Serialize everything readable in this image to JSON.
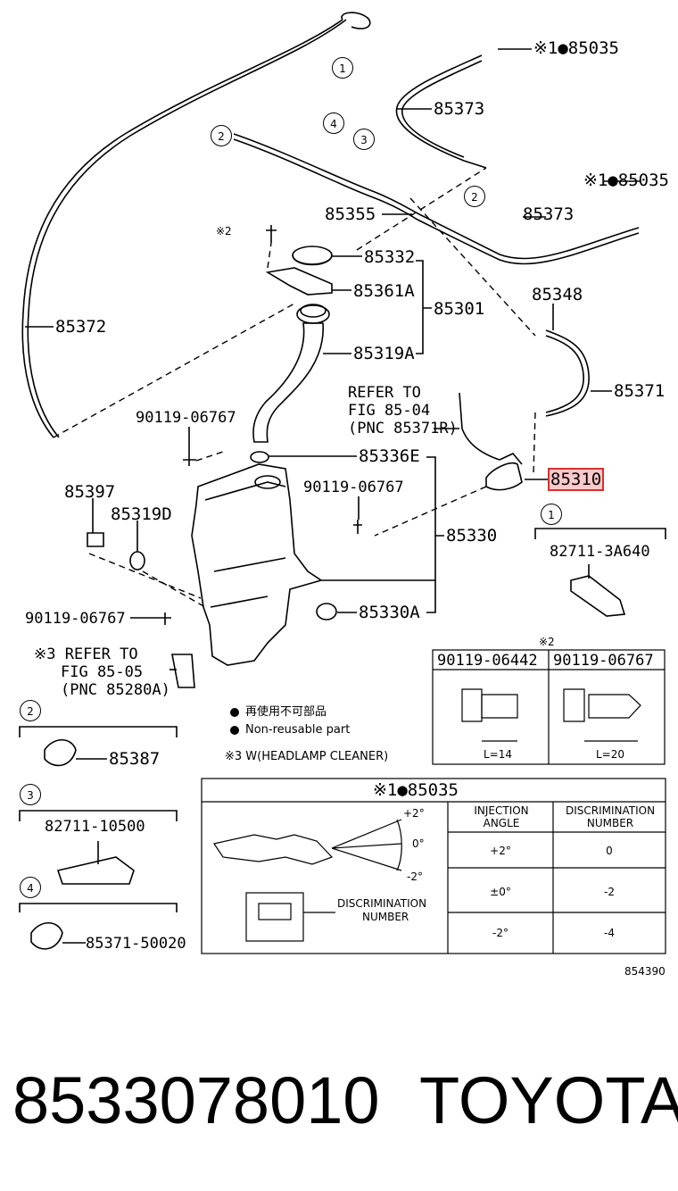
{
  "labels": {
    "p85035_top": "※1●85035",
    "p85373_top": "85373",
    "p85035_mid": "※1●85035",
    "p85373_mid": "85373",
    "p85355": "85355",
    "mark2": "※2",
    "p85332": "85332",
    "p85361A": "85361A",
    "p85301": "85301",
    "p85348": "85348",
    "p85372": "85372",
    "p85319A": "85319A",
    "p85371": "85371",
    "refer1_l1": "REFER TO",
    "refer1_l2": "FIG 85-04",
    "refer1_l3": "(PNC 85371R)",
    "p90119_a": "90119-06767",
    "p85336E": "85336E",
    "p85310": "85310",
    "p85397": "85397",
    "p90119_b": "90119-06767",
    "p85319D": "85319D",
    "p85330": "85330",
    "p82711_3A640": "82711-3A640",
    "p90119_c": "90119-06767",
    "p85330A": "85330A",
    "refer2_l1": "※3 REFER TO",
    "refer2_l2": "FIG 85-05",
    "refer2_l3": "(PNC 85280A)",
    "p85387": "85387",
    "p82711_10500": "82711-10500",
    "p85371_50020": "85371-50020"
  },
  "circles": {
    "c1_top": "1",
    "c2_top": "2",
    "c4": "4",
    "c3": "3",
    "c2_mid": "2",
    "c1_right": "1",
    "c2_left": "2",
    "c3_left": "3",
    "c4_left": "4"
  },
  "legend": {
    "jp": "再使用不可部品",
    "en": "Non-reusable part",
    "note3": "※3 W(HEADLAMP CLEANER)"
  },
  "bolt_table": {
    "mark": "※2",
    "col1": "90119-06442",
    "col2": "90119-06767",
    "len1": "L=14",
    "len2": "L=20"
  },
  "nozzle_table": {
    "title": "※1●85035",
    "h_angle": "INJECTION ANGLE",
    "h_disc": "DISCRIMINATION NUMBER",
    "rows": [
      {
        "angle": "+2°",
        "disc": "0"
      },
      {
        "angle": "±0°",
        "disc": "-2"
      },
      {
        "angle": "-2°",
        "disc": "-4"
      }
    ],
    "ang_p2": "+2°",
    "ang_0": "0°",
    "ang_m2": "-2°",
    "disc_label_l1": "DISCRIMINATION",
    "disc_label_l2": "NUMBER"
  },
  "figure_code": "854390",
  "footer": {
    "part_number": "8533078010",
    "brand": "TOYOTA"
  }
}
